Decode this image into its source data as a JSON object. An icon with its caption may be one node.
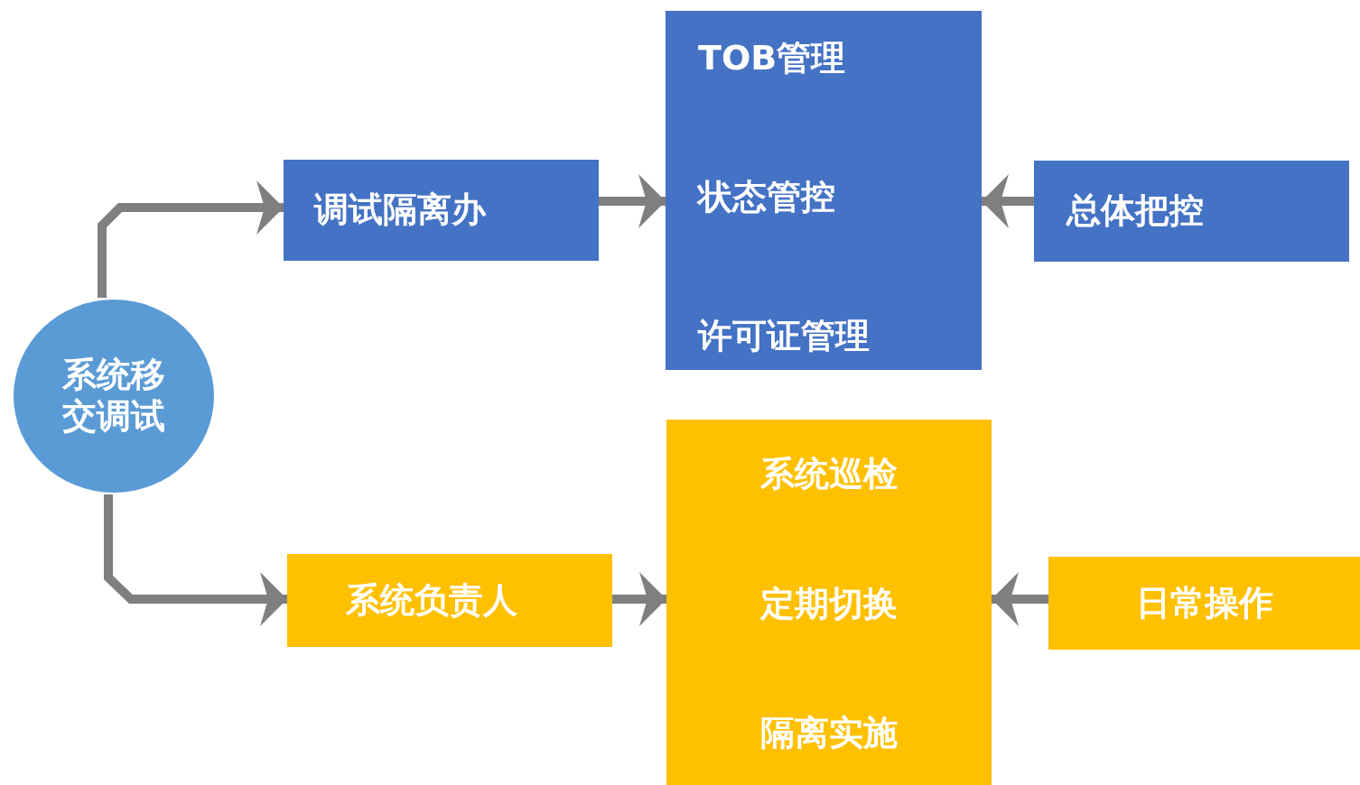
{
  "diagram": {
    "nodes": [
      {
        "text": [
          "系统移交调试"
        ]
      },
      {
        "text": [
          "调试隔离办"
        ]
      },
      {
        "text": [
          "TOB管理",
          "状态管控",
          "许可证管理"
        ]
      },
      {
        "text": [
          "总体把控"
        ]
      },
      {
        "text": [
          "系统负责人"
        ]
      },
      {
        "text": [
          "系统巡检",
          "定期切换",
          "隔离实施"
        ]
      },
      {
        "text": [
          "日常操作"
        ]
      }
    ],
    "edges": [
      {
        "from": 0,
        "to": 1,
        "arrow": "to"
      },
      {
        "from": 1,
        "to": 2,
        "arrow": "to"
      },
      {
        "from": 3,
        "to": 2,
        "arrow": "to"
      },
      {
        "from": 0,
        "to": 4,
        "arrow": "to"
      },
      {
        "from": 4,
        "to": 5,
        "arrow": "to"
      },
      {
        "from": 6,
        "to": 5,
        "arrow": "to"
      }
    ]
  }
}
